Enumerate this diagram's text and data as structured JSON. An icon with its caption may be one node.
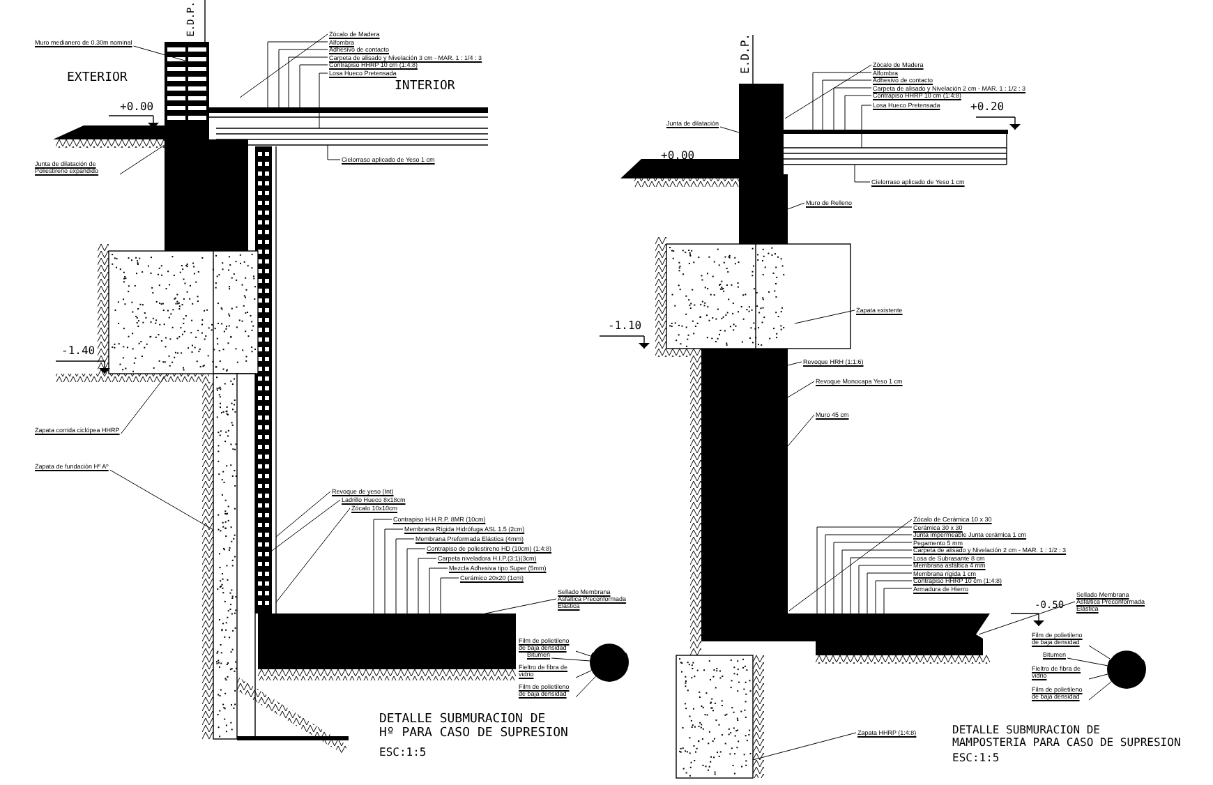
{
  "diagram": {
    "nodes": [
      {
        "text": [
          "Muro medianero de 0.30m nominal"
        ]
      },
      {
        "text": [
          "Zócalo de Madera"
        ]
      },
      {
        "text": [
          "Alfombra"
        ]
      },
      {
        "text": [
          "Adhesivo de contacto"
        ]
      },
      {
        "text": [
          "Carpeta de alisado y Nivelación 3 cm - MAR. 1 : 1/4 : 3"
        ]
      },
      {
        "text": [
          "Contrapiso HHRP 10 cm (1:4:8)"
        ]
      },
      {
        "text": [
          "Losa Hueco Pretensada"
        ]
      },
      {
        "text": [
          "Cielorraso aplicado de Yeso 1 cm"
        ]
      },
      {
        "text": [
          "Junta de dilatación de Poliestireno expandido"
        ]
      },
      {
        "text": [
          "Zapata corrida ciclópea HHRP"
        ]
      },
      {
        "text": [
          "Zapata de fundación Hº Aº"
        ]
      },
      {
        "text": [
          "Revoque de yeso (Int)"
        ]
      },
      {
        "text": [
          "Ladrillo Hueco 8x18cm"
        ]
      },
      {
        "text": [
          "Zócalo 10x10cm"
        ]
      },
      {
        "text": [
          "Contrapiso H.H.R.P. 8MR (10cm)"
        ]
      },
      {
        "text": [
          "Membrana Rígida Hidrófuga ASL 1.5 (2cm)"
        ]
      },
      {
        "text": [
          "Membrana Preformada Elástica (4mm)"
        ]
      },
      {
        "text": [
          "Contrapiso de poliestireno HD (10cm) (1:4:8)"
        ]
      },
      {
        "text": [
          "Carpeta niveladora H.I.P.(3:1)(3cm)"
        ]
      },
      {
        "text": [
          "Mezcla Adhesiva tipo Super (5mm)"
        ]
      },
      {
        "text": [
          "Cerámico 20x20 (1cm)"
        ]
      },
      {
        "text": [
          "Sellado Membrana Asfáltica Preconformada Elástica"
        ]
      },
      {
        "text": [
          "Film de polietileno de baja densidad"
        ]
      },
      {
        "text": [
          "Bitumen"
        ]
      },
      {
        "text": [
          "Fieltro de fibra de vidrio"
        ]
      },
      {
        "text": [
          "Film de polietileno de baja densidad"
        ]
      },
      {
        "text": [
          "Junta de dilatación"
        ]
      },
      {
        "text": [
          "Zócalo de Madera"
        ]
      },
      {
        "text": [
          "Alfombra"
        ]
      },
      {
        "text": [
          "Adhesivo de contacto"
        ]
      },
      {
        "text": [
          "Carpeta de alisado y Nivelación 2 cm - MAR. 1 : 1/2 : 3"
        ]
      },
      {
        "text": [
          "Contrapiso HHRP 10 cm (1:4:8)"
        ]
      },
      {
        "text": [
          "Losa Hueco Pretensada"
        ]
      },
      {
        "text": [
          "Cielorraso aplicado de Yeso 1 cm"
        ]
      },
      {
        "text": [
          "Muro de Relleno"
        ]
      },
      {
        "text": [
          "Zapata existente"
        ]
      },
      {
        "text": [
          "Revoque HRH (1:1:6)"
        ]
      },
      {
        "text": [
          "Revoque Monocapa Yeso 1 cm"
        ]
      },
      {
        "text": [
          "Muro 45 cm"
        ]
      },
      {
        "text": [
          "Zócalo de Cerámica 10 x 30"
        ]
      },
      {
        "text": [
          "Cerámica 30 x 30"
        ]
      },
      {
        "text": [
          "Junta impermeable Junta cerámica 1 cm"
        ]
      },
      {
        "text": [
          "Pegamento 5 mm"
        ]
      },
      {
        "text": [
          "Carpeta de alisado y Nivelación 2 cm - MAR. 1 : 1/2 : 3"
        ]
      },
      {
        "text": [
          "Losa de Subrasante 8 cm"
        ]
      },
      {
        "text": [
          "Membrana asfáltica 4 mm"
        ]
      },
      {
        "text": [
          "Membrana rígida 1 cm"
        ]
      },
      {
        "text": [
          "Contrapiso HHRP 10 cm (1:4:8)"
        ]
      },
      {
        "text": [
          "Armadura de Hierro"
        ]
      },
      {
        "text": [
          "Sellado Membrana Asfáltica Preconformada Elástica"
        ]
      },
      {
        "text": [
          "Film de polietileno de baja densidad"
        ]
      },
      {
        "text": [
          "Bitumen"
        ]
      },
      {
        "text": [
          "Fieltro de fibra de vidrio"
        ]
      },
      {
        "text": [
          "Film de polietileno de baja densidad"
        ]
      },
      {
        "text": [
          "Zapata HHRP (1:4:8)"
        ]
      },
      {
        "text": [],
        "shape": "circle"
      },
      {
        "text": [],
        "shape": "circle"
      }
    ],
    "edges": [
      {
        "from": 0,
        "to": null,
        "arrow": "none"
      },
      {
        "from": 1,
        "to": null,
        "arrow": "none"
      },
      {
        "from": 2,
        "to": null,
        "arrow": "none"
      },
      {
        "from": 3,
        "to": null,
        "arrow": "none"
      },
      {
        "from": 4,
        "to": null,
        "arrow": "none"
      },
      {
        "from": 5,
        "to": null,
        "arrow": "none"
      },
      {
        "from": 6,
        "to": null,
        "arrow": "none"
      },
      {
        "from": 7,
        "to": null,
        "arrow": "none"
      },
      {
        "from": 8,
        "to": null,
        "arrow": "none"
      },
      {
        "from": 9,
        "to": null,
        "arrow": "none"
      },
      {
        "from": 10,
        "to": null,
        "arrow": "none"
      },
      {
        "from": 11,
        "to": null,
        "arrow": "none"
      },
      {
        "from": 12,
        "to": null,
        "arrow": "none"
      },
      {
        "from": 13,
        "to": null,
        "arrow": "none"
      },
      {
        "from": 14,
        "to": null,
        "arrow": "none"
      },
      {
        "from": 15,
        "to": null,
        "arrow": "none"
      },
      {
        "from": 16,
        "to": null,
        "arrow": "none"
      },
      {
        "from": 17,
        "to": null,
        "arrow": "none"
      },
      {
        "from": 18,
        "to": null,
        "arrow": "none"
      },
      {
        "from": 19,
        "to": null,
        "arrow": "none"
      },
      {
        "from": 20,
        "to": null,
        "arrow": "none"
      },
      {
        "from": 21,
        "to": null,
        "arrow": "none"
      },
      {
        "from": 22,
        "to": 55,
        "arrow": "none"
      },
      {
        "from": 23,
        "to": 55,
        "arrow": "none"
      },
      {
        "from": 24,
        "to": 55,
        "arrow": "none"
      },
      {
        "from": 25,
        "to": 55,
        "arrow": "none"
      },
      {
        "from": 26,
        "to": null,
        "arrow": "none"
      },
      {
        "from": 27,
        "to": null,
        "arrow": "none"
      },
      {
        "from": 28,
        "to": null,
        "arrow": "none"
      },
      {
        "from": 29,
        "to": null,
        "arrow": "none"
      },
      {
        "from": 30,
        "to": null,
        "arrow": "none"
      },
      {
        "from": 31,
        "to": null,
        "arrow": "none"
      },
      {
        "from": 32,
        "to": null,
        "arrow": "none"
      },
      {
        "from": 33,
        "to": null,
        "arrow": "none"
      },
      {
        "from": 34,
        "to": null,
        "arrow": "none"
      },
      {
        "from": 35,
        "to": null,
        "arrow": "none"
      },
      {
        "from": 36,
        "to": null,
        "arrow": "none"
      },
      {
        "from": 37,
        "to": null,
        "arrow": "none"
      },
      {
        "from": 38,
        "to": null,
        "arrow": "none"
      },
      {
        "from": 39,
        "to": null,
        "arrow": "none"
      },
      {
        "from": 40,
        "to": null,
        "arrow": "none"
      },
      {
        "from": 41,
        "to": null,
        "arrow": "none"
      },
      {
        "from": 42,
        "to": null,
        "arrow": "none"
      },
      {
        "from": 43,
        "to": null,
        "arrow": "none"
      },
      {
        "from": 44,
        "to": null,
        "arrow": "none"
      },
      {
        "from": 45,
        "to": null,
        "arrow": "none"
      },
      {
        "from": 46,
        "to": null,
        "arrow": "none"
      },
      {
        "from": 47,
        "to": null,
        "arrow": "none"
      },
      {
        "from": 48,
        "to": null,
        "arrow": "none"
      },
      {
        "from": 49,
        "to": null,
        "arrow": "none"
      },
      {
        "from": 50,
        "to": 56,
        "arrow": "none"
      },
      {
        "from": 51,
        "to": 56,
        "arrow": "none"
      },
      {
        "from": 52,
        "to": 56,
        "arrow": "none"
      },
      {
        "from": 53,
        "to": 56,
        "arrow": "none"
      },
      {
        "from": 54,
        "to": null,
        "arrow": "none"
      }
    ],
    "labels": [
      "E.D.P.",
      "EXTERIOR",
      "INTERIOR",
      "+0.00",
      "-1.40",
      "DETALLE SUBMURACION DE Hº PARA CASO DE SUPRESION",
      "ESC:1:5",
      "E.D.P.",
      "+0.00",
      "+0.20",
      "-1.10",
      "-0.50",
      "DETALLE SUBMURACION DE MAMPOSTERIA PARA CASO DE SUPRESION",
      "ESC:1:5"
    ]
  }
}
